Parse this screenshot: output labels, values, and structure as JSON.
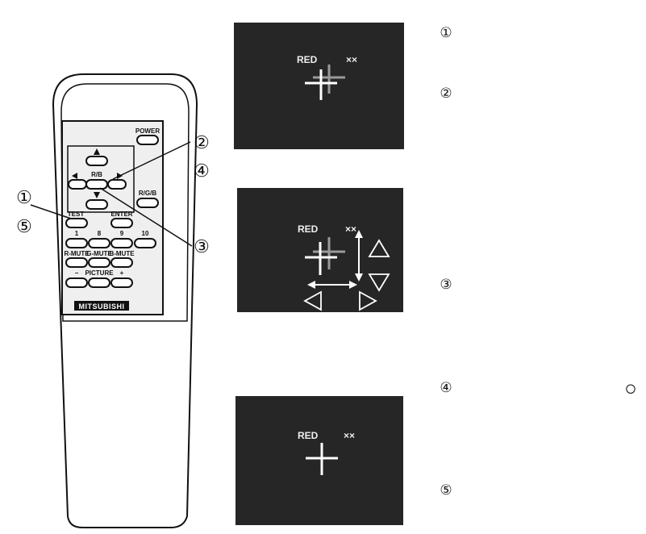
{
  "remote": {
    "keys": {
      "power": "POWER",
      "rb": "R/B",
      "rgb": "R/G/B",
      "test": "TEST",
      "enter": "ENTER",
      "k1": "1",
      "k8": "8",
      "k9": "9",
      "k10": "10",
      "rmute": "R-MUTE",
      "gmute": "G-MUTE",
      "bmute": "B-MUTE",
      "minus": "−",
      "picture": "PICTURE",
      "plus": "+"
    },
    "brand": "MITSUBISHI",
    "callouts": {
      "c1": "①",
      "c5": "⑤",
      "c2": "②",
      "c4": "④",
      "c3": "③"
    }
  },
  "screens": [
    {
      "label": "RED",
      "mark": "××"
    },
    {
      "label": "RED",
      "mark": "××"
    },
    {
      "label": "RED",
      "mark": "××"
    }
  ],
  "steps": {
    "s1": "①",
    "s2": "②",
    "s3": "③",
    "s4": "④",
    "s5": "⑤",
    "circle": "○"
  }
}
